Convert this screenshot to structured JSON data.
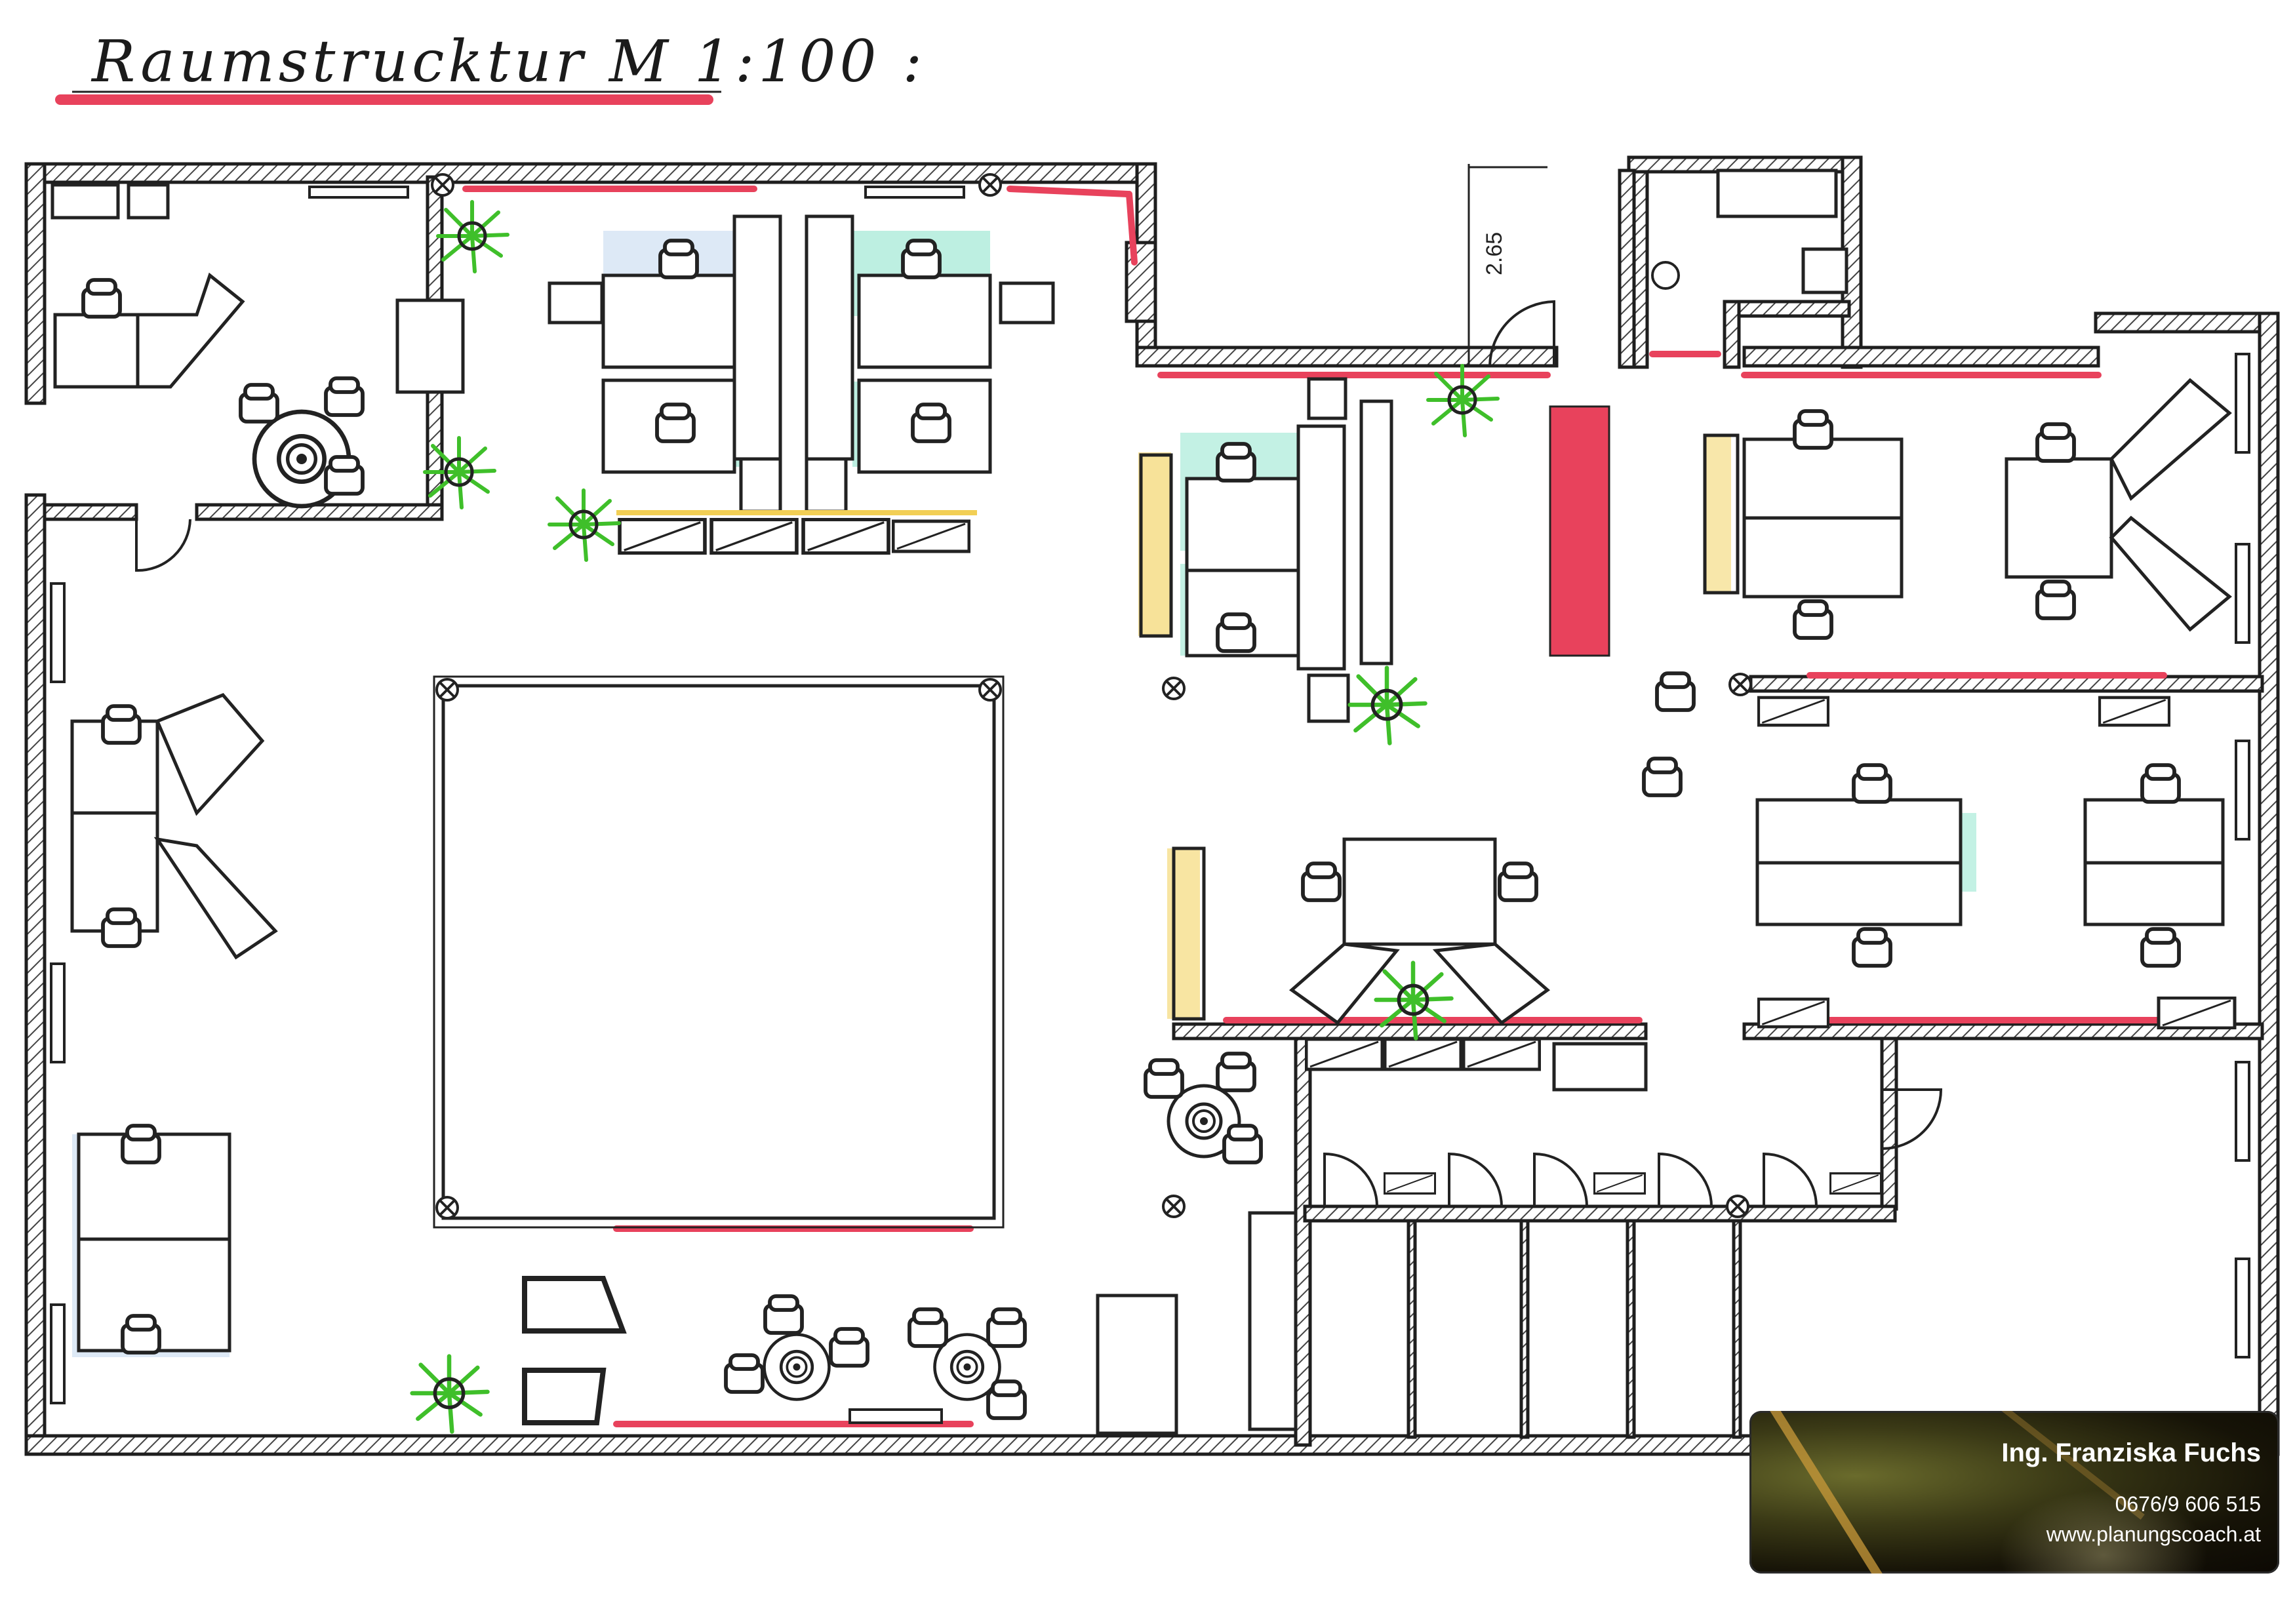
{
  "title": "Raumstrucktur  M 1:100 :",
  "dimension_label": "2.65",
  "contact": {
    "name": "Ing. Franziska Fuchs",
    "phone": "0676/9 606 515",
    "website": "www.planungscoach.at"
  },
  "colors": {
    "wall": "#1e1e1e",
    "hatch": "#555555",
    "highlight_red": "#e8425c",
    "highlight_teal": "#7be0c4",
    "highlight_blue": "#bcd3ee",
    "highlight_yellow": "#f2cf55",
    "plant_green": "#3fbf2a"
  }
}
